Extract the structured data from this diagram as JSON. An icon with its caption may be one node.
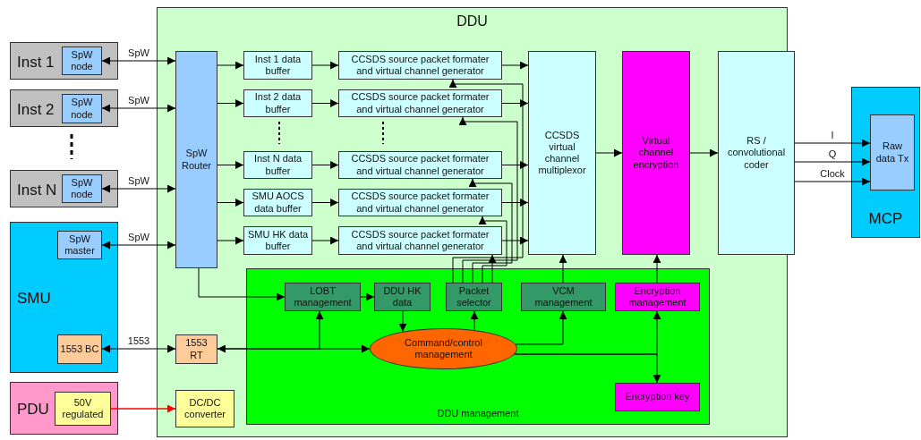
{
  "diagram": {
    "nodes": [
      {
        "text": [
          "Inst 1"
        ]
      },
      {
        "text": [
          "SpW node"
        ],
        "in": 0
      },
      {
        "text": [
          "Inst 2"
        ]
      },
      {
        "text": [
          "SpW node"
        ],
        "in": 2
      },
      {
        "text": [
          "Inst N"
        ]
      },
      {
        "text": [
          "SpW node"
        ],
        "in": 4
      },
      {
        "text": [
          "SMU"
        ]
      },
      {
        "text": [
          "SpW master"
        ],
        "in": 6
      },
      {
        "text": [
          "1553 BC"
        ],
        "in": 6
      },
      {
        "text": [
          "PDU"
        ]
      },
      {
        "text": [
          "50V regulated"
        ],
        "in": 9
      },
      {
        "text": [
          "DDU"
        ]
      },
      {
        "text": [
          "SpW Router"
        ],
        "in": 11
      },
      {
        "text": [
          "Inst 1 data buffer"
        ],
        "in": 11
      },
      {
        "text": [
          "Inst 2 data buffer"
        ],
        "in": 11
      },
      {
        "text": [
          "Inst N data buffer"
        ],
        "in": 11
      },
      {
        "text": [
          "SMU AOCS data buffer"
        ],
        "in": 11
      },
      {
        "text": [
          "SMU HK data buffer"
        ],
        "in": 11
      },
      {
        "text": [
          "CCSDS source packet formater and virtual channel generator"
        ],
        "in": 11
      },
      {
        "text": [
          "CCSDS source packet formater and virtual channel generator"
        ],
        "in": 11
      },
      {
        "text": [
          "CCSDS source packet formater and virtual channel generator"
        ],
        "in": 11
      },
      {
        "text": [
          "CCSDS source packet formater and virtual channel generator"
        ],
        "in": 11
      },
      {
        "text": [
          "CCSDS source packet formater and virtual channel generator"
        ],
        "in": 11
      },
      {
        "text": [
          "CCSDS virtual channel multiplexor"
        ],
        "in": 11
      },
      {
        "text": [
          "Virtual channel encryption"
        ],
        "in": 11
      },
      {
        "text": [
          "RS / convolutional coder"
        ],
        "in": 11
      },
      {
        "text": [
          "DDU management"
        ],
        "in": 11
      },
      {
        "text": [
          "LOBT management"
        ],
        "in": 26
      },
      {
        "text": [
          "DDU HK data"
        ],
        "in": 26
      },
      {
        "text": [
          "Packet selector"
        ],
        "in": 26
      },
      {
        "text": [
          "VCM management"
        ],
        "in": 26
      },
      {
        "text": [
          "Encryption management"
        ],
        "in": 26
      },
      {
        "text": [
          "Command/control management"
        ],
        "in": 26
      },
      {
        "text": [
          "Encryption key"
        ],
        "in": 26
      },
      {
        "text": [
          "1553 RT"
        ],
        "in": 11
      },
      {
        "text": [
          "DC/DC converter"
        ],
        "in": 11
      },
      {
        "text": [
          "MCP"
        ]
      },
      {
        "text": [
          "Raw data Tx"
        ],
        "in": 36
      }
    ],
    "edges": [
      {
        "from": 1,
        "to": 12,
        "arrow": "both",
        "label": "SpW"
      },
      {
        "from": 3,
        "to": 12,
        "arrow": "both",
        "label": "SpW"
      },
      {
        "from": 5,
        "to": 12,
        "arrow": "both",
        "label": "SpW"
      },
      {
        "from": 7,
        "to": 12,
        "arrow": "both",
        "label": "SpW"
      },
      {
        "from": 12,
        "to": 13,
        "arrow": "to"
      },
      {
        "from": 12,
        "to": 14,
        "arrow": "to"
      },
      {
        "from": 12,
        "to": 15,
        "arrow": "to"
      },
      {
        "from": 12,
        "to": 16,
        "arrow": "to"
      },
      {
        "from": 12,
        "to": 17,
        "arrow": "to"
      },
      {
        "from": 13,
        "to": 18,
        "arrow": "to"
      },
      {
        "from": 14,
        "to": 19,
        "arrow": "to"
      },
      {
        "from": 15,
        "to": 20,
        "arrow": "to"
      },
      {
        "from": 16,
        "to": 21,
        "arrow": "to"
      },
      {
        "from": 17,
        "to": 22,
        "arrow": "to"
      },
      {
        "from": 18,
        "to": 23,
        "arrow": "to"
      },
      {
        "from": 19,
        "to": 23,
        "arrow": "to"
      },
      {
        "from": 20,
        "to": 23,
        "arrow": "to"
      },
      {
        "from": 21,
        "to": 23,
        "arrow": "to"
      },
      {
        "from": 22,
        "to": 23,
        "arrow": "to"
      },
      {
        "from": 23,
        "to": 24,
        "arrow": "to"
      },
      {
        "from": 24,
        "to": 25,
        "arrow": "to"
      },
      {
        "from": 25,
        "to": 37,
        "arrow": "to",
        "label": "I"
      },
      {
        "from": 25,
        "to": 37,
        "arrow": "to",
        "label": "Q"
      },
      {
        "from": 25,
        "to": 37,
        "arrow": "to",
        "label": "Clock"
      },
      {
        "from": 8,
        "to": 34,
        "arrow": "both",
        "label": "1553"
      },
      {
        "from": 12,
        "to": 27,
        "arrow": "to"
      },
      {
        "from": 32,
        "to": 34,
        "arrow": "both"
      },
      {
        "from": 34,
        "to": 27,
        "arrow": "to"
      },
      {
        "from": 27,
        "to": 28,
        "arrow": "to"
      },
      {
        "from": 28,
        "to": 32,
        "arrow": "to"
      },
      {
        "from": 32,
        "to": 29,
        "arrow": "to"
      },
      {
        "from": 29,
        "to": 18,
        "arrow": "to"
      },
      {
        "from": 29,
        "to": 19,
        "arrow": "to"
      },
      {
        "from": 29,
        "to": 20,
        "arrow": "to"
      },
      {
        "from": 29,
        "to": 21,
        "arrow": "to"
      },
      {
        "from": 29,
        "to": 22,
        "arrow": "to"
      },
      {
        "from": 32,
        "to": 30,
        "arrow": "to"
      },
      {
        "from": 30,
        "to": 23,
        "arrow": "to"
      },
      {
        "from": 31,
        "to": 24,
        "arrow": "to"
      },
      {
        "from": 32,
        "to": 31,
        "arrow": "to"
      },
      {
        "from": 32,
        "to": 33,
        "arrow": "to"
      },
      {
        "from": 10,
        "to": 35,
        "arrow": "to",
        "color": "#ff0000"
      }
    ]
  }
}
